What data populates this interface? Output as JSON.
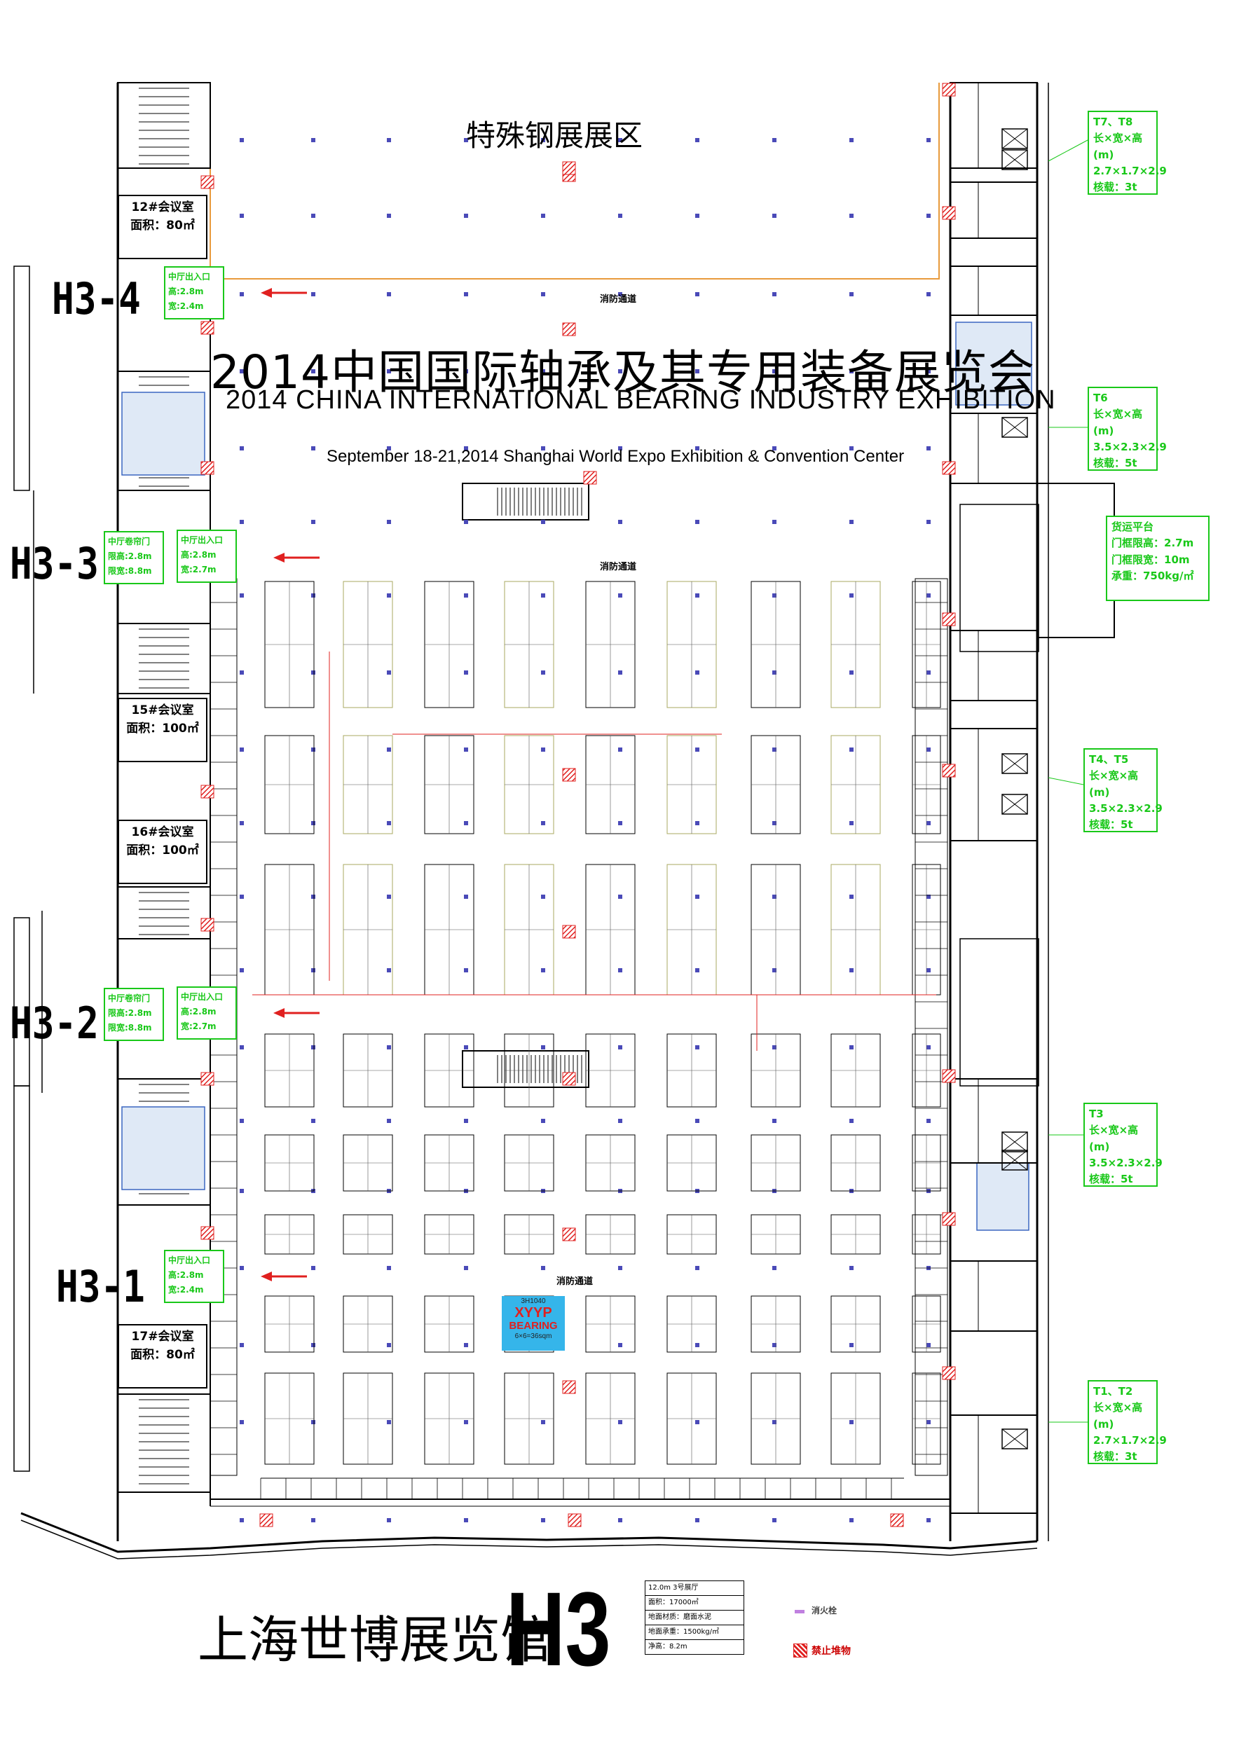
{
  "zone_title": "特殊钢展展区",
  "exhibition": {
    "title_cn": "2014中国国际轴承及其专用装备展览会",
    "title_en": "2014 CHINA INTERNATIONAL BEARING INDUSTRY EXHIBITION",
    "dates_venue": "September 18-21,2014    Shanghai World Expo Exhibition & Convention Center"
  },
  "venue": {
    "name_cn": "上海世博展览馆",
    "hall": "H3"
  },
  "hall_sections": [
    "H3-4",
    "H3-3",
    "H3-2",
    "H3-1"
  ],
  "meeting_rooms": [
    {
      "name": "12#会议室",
      "area": "面积：80㎡"
    },
    {
      "name": "15#会议室",
      "area": "面积：100㎡"
    },
    {
      "name": "16#会议室",
      "area": "面积：100㎡"
    },
    {
      "name": "17#会议室",
      "area": "面积：80㎡"
    }
  ],
  "entrances": [
    {
      "label": "中厅出入口",
      "h": "高:2.8m",
      "w": "宽:2.4m"
    },
    {
      "label": "中厅出入口",
      "h": "高:2.8m",
      "w": "宽:2.7m"
    },
    {
      "label": "中厅出入口",
      "h": "高:2.8m",
      "w": "宽:2.7m"
    },
    {
      "label": "中厅出入口",
      "h": "高:2.8m",
      "w": "宽:2.4m"
    }
  ],
  "freight_doors": [
    {
      "label": "中厅卷帘门",
      "h": "限高:2.8m",
      "w": "限宽:8.8m"
    },
    {
      "label": "中厅卷帘门",
      "h": "限高:2.8m",
      "w": "限宽:8.8m"
    }
  ],
  "elevators": [
    {
      "name": "T7、T8",
      "dims_label": "长×宽×高(m)",
      "dims": "2.7×1.7×2.9",
      "load": "核载：3t"
    },
    {
      "name": "T6",
      "dims_label": "长×宽×高(m)",
      "dims": "3.5×2.3×2.9",
      "load": "核载：5t"
    },
    {
      "name": "T4、T5",
      "dims_label": "长×宽×高(m)",
      "dims": "3.5×2.3×2.9",
      "load": "核载：5t"
    },
    {
      "name": "T3",
      "dims_label": "长×宽×高(m)",
      "dims": "3.5×2.3×2.9",
      "load": "核载：5t"
    },
    {
      "name": "T1、T2",
      "dims_label": "长×宽×高(m)",
      "dims": "2.7×1.7×2.9",
      "load": "核载：3t"
    }
  ],
  "freight_platform": {
    "name": "货运平台",
    "door_height": "门框限高：2.7m",
    "limit_height": "门框限宽：10m",
    "load": "承重：750kg/㎡"
  },
  "passage_label": "消防通道",
  "hall_specs": [
    "12.0m 3号展厅",
    "面积：17000㎡",
    "地面材质：磨面水泥",
    "地面承重：1500kg/㎡",
    "净高：8.2m"
  ],
  "legend": {
    "hydrant": "消火栓",
    "no_stack": "禁止堆物"
  },
  "featured_booth": {
    "code": "3H1040",
    "name1": "XYYP",
    "name2": "BEARING",
    "size": "6×6=36sqm"
  },
  "colors": {
    "green": "#19c819",
    "red": "#e0201f",
    "orange": "#e89a3c",
    "booth_blue": "#35b5ea",
    "olive": "#a8a860",
    "dot": "#4a4ab8",
    "wall": "#000000"
  }
}
